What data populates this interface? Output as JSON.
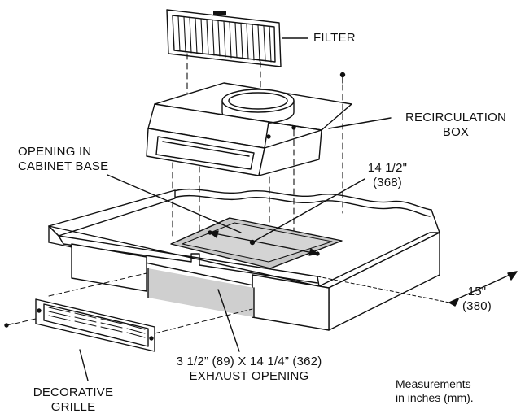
{
  "labels": {
    "filter": "FILTER",
    "recirc_line1": "RECIRCULATION",
    "recirc_line2": "BOX",
    "opening_line1": "OPENING IN",
    "opening_line2": "CABINET BASE",
    "dim_width_in": "14 1/2\"",
    "dim_width_mm": "(368)",
    "dim_depth_in": "15\"",
    "dim_depth_mm": "(380)",
    "exhaust_line1": "3 1/2” (89) X 14 1/4” (362)",
    "exhaust_line2": "EXHAUST OPENING",
    "grille_line1": "DECORATIVE",
    "grille_line2": "GRILLE",
    "note_line1": "Measurements",
    "note_line2": "in inches (mm)."
  },
  "colors": {
    "ink": "#111111",
    "opening_fill": "#c8c8c8",
    "exhaust_fill": "#cfcfcf"
  }
}
